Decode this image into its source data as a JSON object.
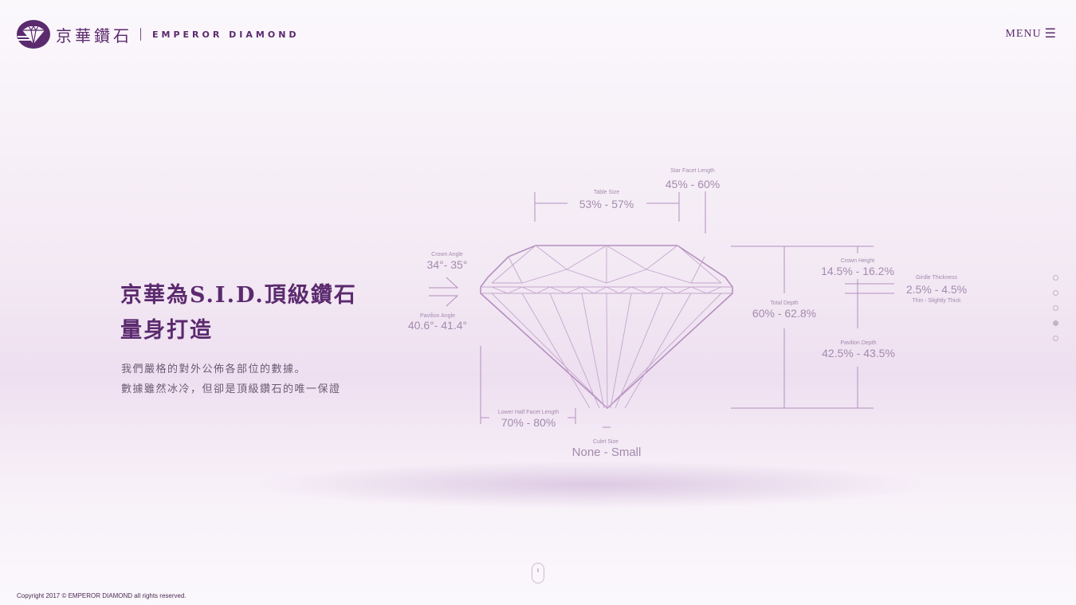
{
  "header": {
    "brand_cn": "京華鑽石",
    "brand_en": "EMPEROR DIAMOND",
    "menu_label": "MENU"
  },
  "hero": {
    "title_line1": "京華為S.I.D.頂級鑽石",
    "title_line2": "量身打造",
    "desc_line1": "我們嚴格的對外公佈各部位的數據。",
    "desc_line2": "數據雖然冰冷，但卻是頂級鑽石的唯一保證"
  },
  "diagram": {
    "star_facet": {
      "name": "Star Facet Length",
      "value": "45% - 60%"
    },
    "table_size": {
      "name": "Table Size",
      "value": "53% - 57%"
    },
    "crown_angle": {
      "name": "Crown Angle",
      "value": "34°- 35°"
    },
    "pavilion_angle": {
      "name": "Pavilion Angle",
      "value": "40.6°- 41.4°"
    },
    "lower_half": {
      "name": "Lower Half Facet Length",
      "value": "70% - 80%"
    },
    "culet": {
      "name": "Culet Size",
      "value": "None - Small"
    },
    "total_depth": {
      "name": "Total Depth",
      "value": "60% - 62.8%"
    },
    "crown_height": {
      "name": "Crown Height",
      "value": "14.5% - 16.2%"
    },
    "girdle": {
      "name": "Girdle Thickness",
      "value": "2.5% - 4.5%",
      "note": "Thin - Slightly Thick"
    },
    "pavilion_depth": {
      "name": "Pavilion Depth",
      "value": "42.5% - 43.5%"
    }
  },
  "pager": {
    "count": 5,
    "active_index": 3
  },
  "footer": {
    "copyright": "Copyright 2017 © EMPEROR DIAMOND all rights reserved."
  },
  "colors": {
    "accent": "#5b2a6e",
    "line": "#b48fbf",
    "label": "#a48aad"
  },
  "icons": {
    "menu": "hamburger-icon",
    "scroll": "mouse-scroll-icon"
  }
}
